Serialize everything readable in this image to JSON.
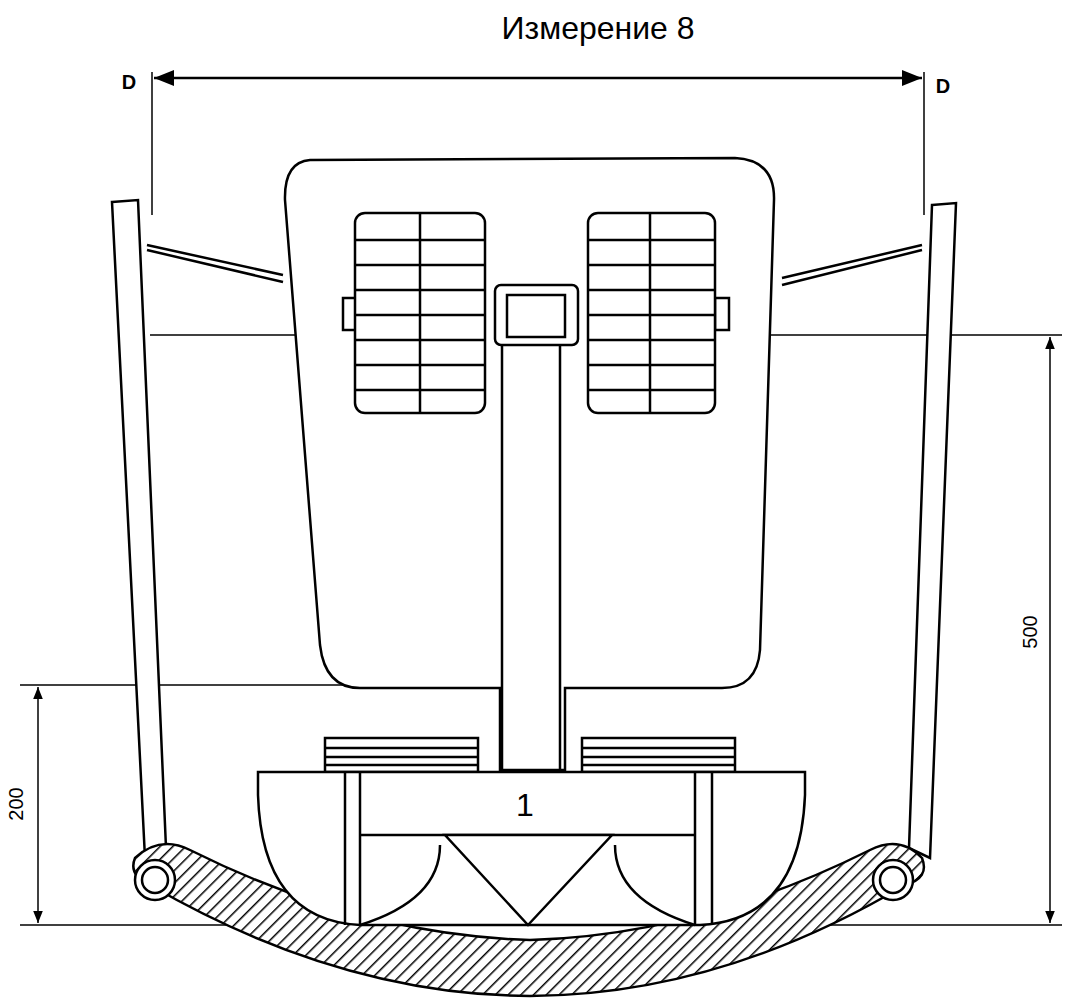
{
  "diagram": {
    "title": "Измерение 8",
    "labels": [
      "D",
      "D",
      "500",
      "200",
      "1"
    ]
  }
}
